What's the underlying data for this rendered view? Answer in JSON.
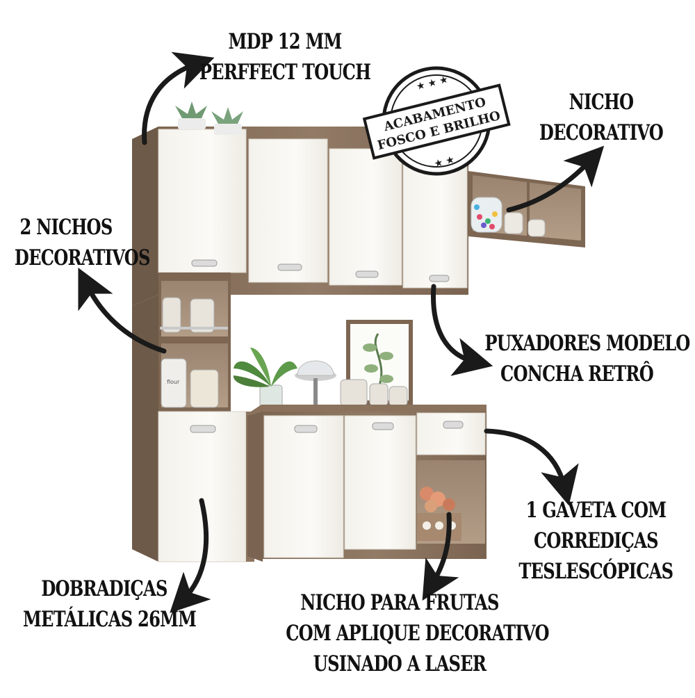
{
  "callouts": {
    "mdp": {
      "line1": "MDP  12 MM",
      "line2": "PERFFECT TOUCH"
    },
    "nicho_decorativo": {
      "line1": "NICHO",
      "line2": "DECORATIVO"
    },
    "dois_nichos": {
      "line1": "2 NICHOS",
      "line2": "DECORATIVOS"
    },
    "puxadores": {
      "line1": "PUXADORES MODELO",
      "line2": "CONCHA RETRÔ"
    },
    "gaveta": {
      "line1": "1 GAVETA COM",
      "line2": "CORREDIÇAS",
      "line3": "TESLESCÓPICAS"
    },
    "dobradicas": {
      "line1": "DOBRADIÇAS",
      "line2": "METÁLICAS 26MM"
    },
    "nicho_frutas": {
      "line1": "NICHO PARA FRUTAS",
      "line2": "COM APLIQUE DECORATIVO",
      "line3": "USINADO A LASER"
    }
  },
  "stamp": {
    "line1": "ACABAMENTO",
    "line2": "FOSCO E BRILHO"
  },
  "jar_label": "flour",
  "colors": {
    "wood": "#8c7560",
    "wood_dark": "#6e5a48",
    "wood_inner": "#a68f78",
    "door_white": "#f7f5f0",
    "handle": "#d9d9d9",
    "text": "#111111"
  }
}
